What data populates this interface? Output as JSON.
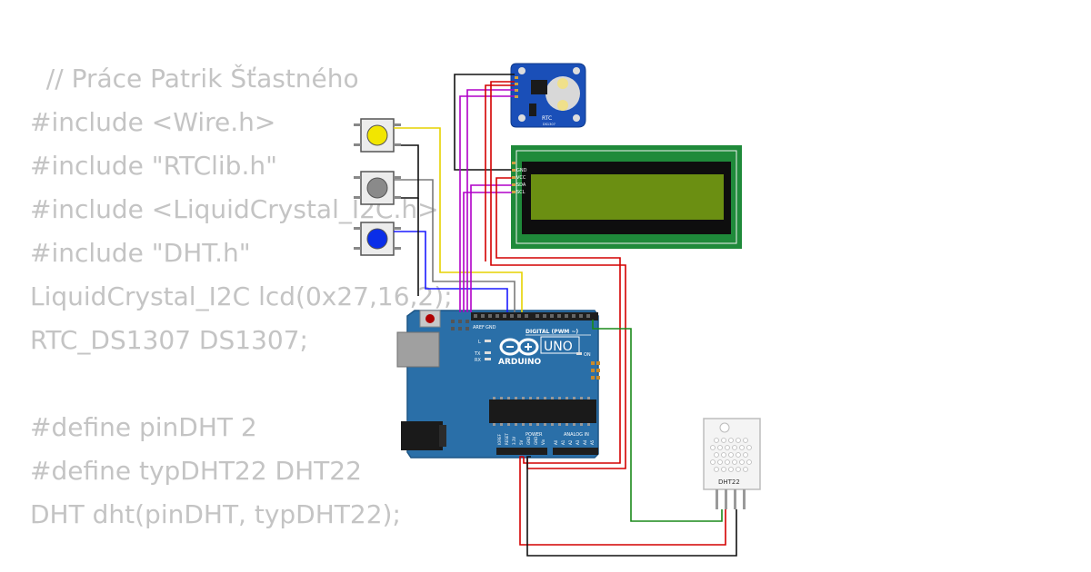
{
  "code_lines": [
    "  // Práce Patrik Šťastného",
    "#include <Wire.h>",
    "#include \"RTClib.h\"",
    "#include <LiquidCrystal_I2C.h>",
    "#include \"DHT.h\"",
    "LiquidCrystal_I2C lcd(0x27,16,2);",
    "RTC_DS1307 DS1307;",
    "",
    "#define pinDHT 2",
    "#define typDHT22 DHT22",
    "DHT dht(pinDHT, typDHT22);"
  ],
  "rtc": {
    "label": "RTC",
    "chip": "DS1307"
  },
  "lcd": {
    "pins": [
      "GND",
      "VCC",
      "SDA",
      "SCL"
    ]
  },
  "arduino": {
    "brand": "ARDUINO",
    "model": "UNO",
    "on_label": "ON",
    "digital_label": "DIGITAL (PWM ~)",
    "power_label": "POWER",
    "analog_label": "ANALOG IN",
    "tx": "TX",
    "rx": "RX",
    "l": "L",
    "aref": "AREF",
    "gnd": "GND",
    "power_pins": [
      "IOREF",
      "RESET",
      "3.3V",
      "5V",
      "GND",
      "GND",
      "Vin"
    ],
    "analog_pins": [
      "A0",
      "A1",
      "A2",
      "A3",
      "A4",
      "A5"
    ]
  },
  "dht": {
    "label": "DHT22"
  },
  "buttons": [
    {
      "name": "yellow",
      "color": "#f2e600"
    },
    {
      "name": "gray",
      "color": "#8a8a8a"
    },
    {
      "name": "blue",
      "color": "#0a2ee8"
    }
  ],
  "colors": {
    "wire_red": "#d40000",
    "wire_black": "#111111",
    "wire_yellow": "#e6d200",
    "wire_blue": "#1a1aff",
    "wire_green": "#1a8a1a",
    "wire_purple": "#b000c8",
    "board_blue": "#2a6fa8",
    "lcd_green": "#1f8a3a",
    "lcd_screen": "#6b8f12"
  }
}
